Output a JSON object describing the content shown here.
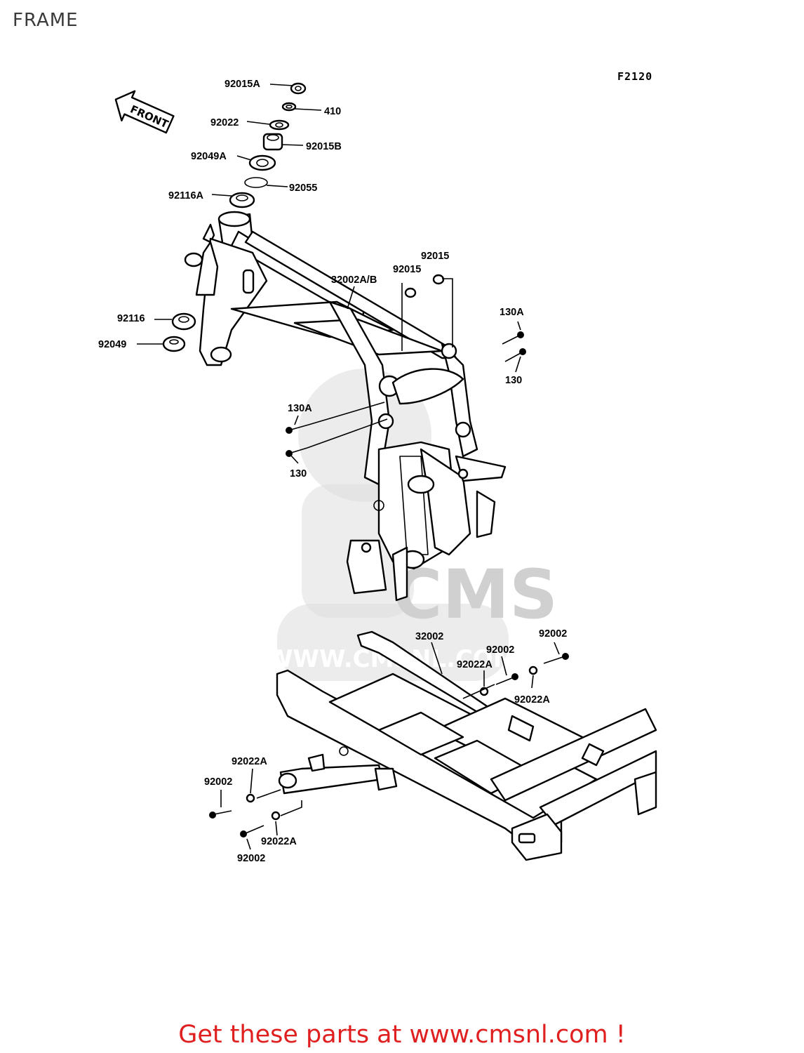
{
  "page": {
    "title": "FRAME",
    "diagram_code": "F2120"
  },
  "watermark": {
    "brand": "CMS",
    "site": "WWW.CMSNL.COM"
  },
  "front_arrow": {
    "text": "FRONT"
  },
  "callouts": [
    "92015A",
    "410",
    "92022",
    "92015B",
    "92049A",
    "92055",
    "92116A",
    "92015",
    "92015",
    "32002A/B",
    "130A",
    "130",
    "92116",
    "92049",
    "130A",
    "130",
    "32002",
    "92002",
    "92002",
    "92022A",
    "92022A",
    "92022A",
    "92002",
    "92022A",
    "92002"
  ],
  "footer": {
    "cta": "Get these parts at www.cmsnl.com !"
  },
  "colors": {
    "cta": "#e02020",
    "watermark": "#dcdcdc",
    "ink": "#000000"
  }
}
